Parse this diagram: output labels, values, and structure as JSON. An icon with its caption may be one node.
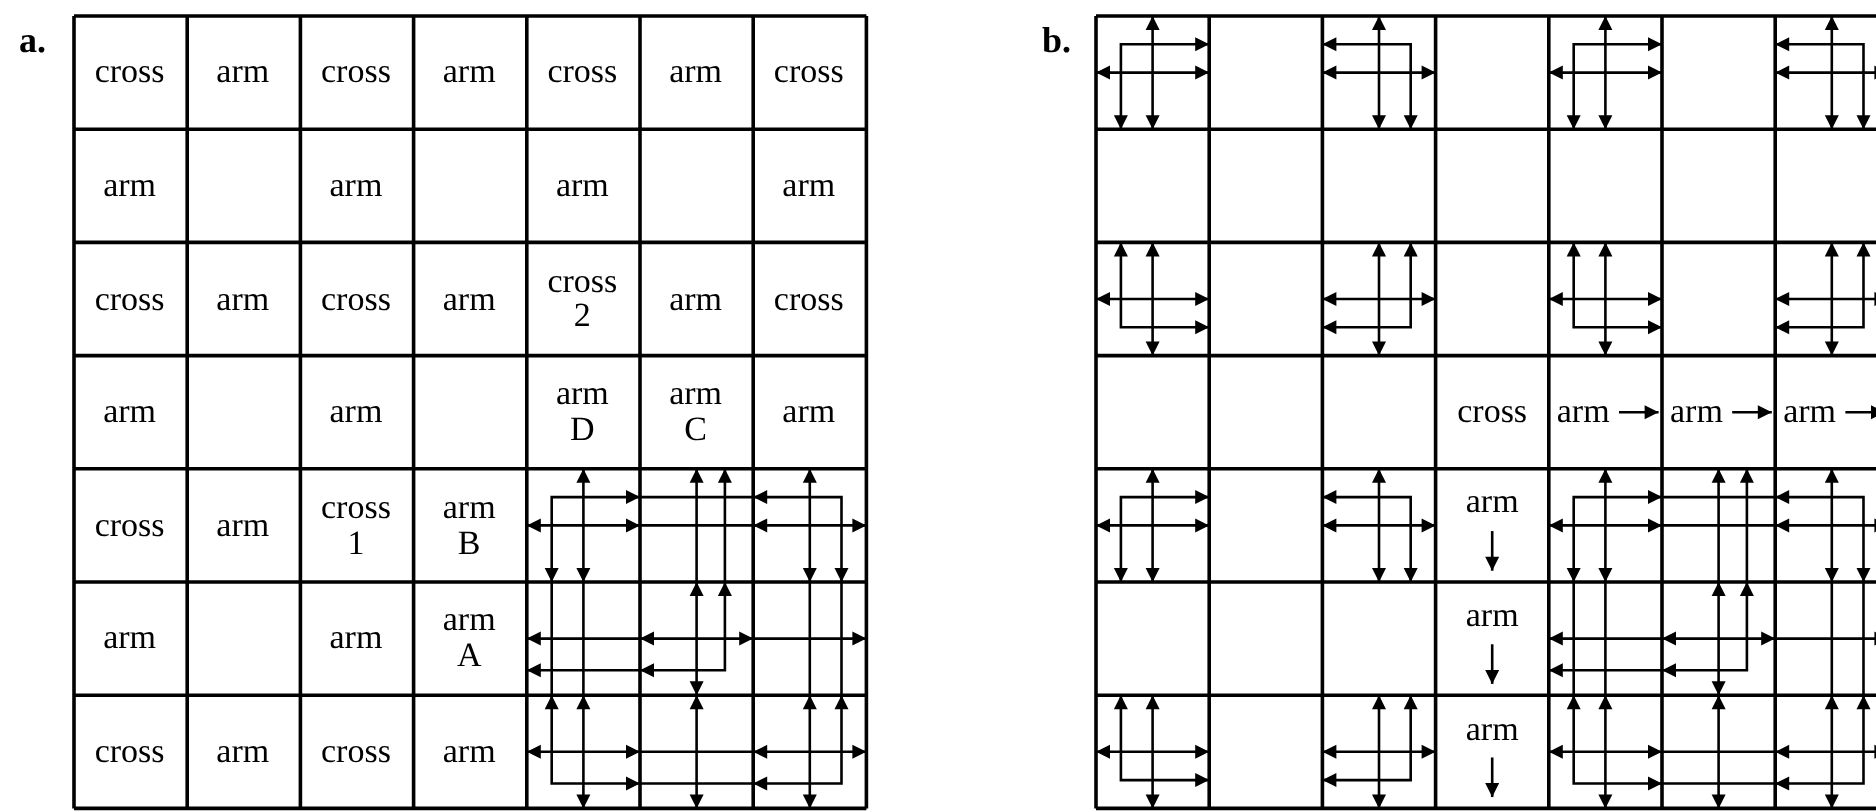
{
  "diagram": {
    "labels": [
      "a.",
      "cross",
      "arm",
      "cross",
      "arm",
      "cross",
      "arm",
      "cross",
      "arm",
      "arm",
      "arm",
      "arm",
      "cross",
      "arm",
      "cross",
      "arm",
      "cross 2",
      "arm",
      "cross",
      "arm",
      "arm",
      "arm D",
      "arm C",
      "arm",
      "cross",
      "arm",
      "cross 1",
      "arm B",
      "arm",
      "arm",
      "arm A",
      "cross",
      "arm",
      "cross",
      "arm",
      "b.",
      "cross",
      "arm",
      "arm",
      "arm",
      "arm",
      "arm",
      "arm"
    ]
  }
}
